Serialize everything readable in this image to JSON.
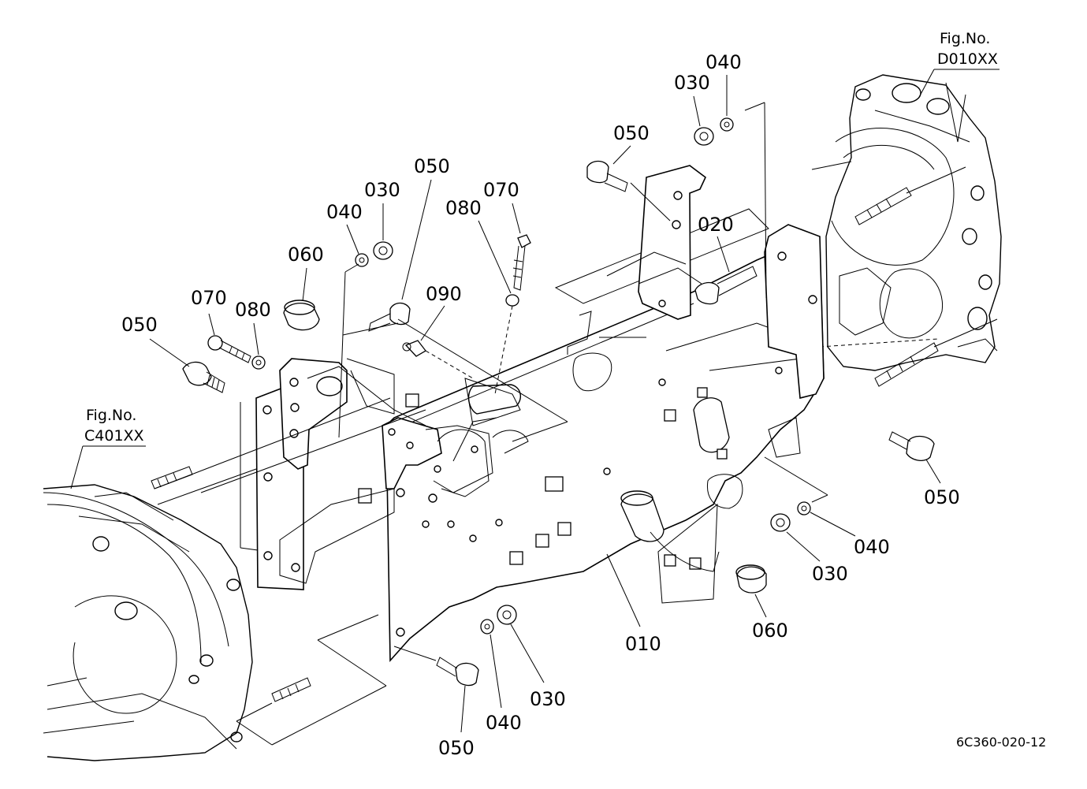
{
  "figure_refs": {
    "upper_right": {
      "line1": "Fig.No.",
      "line2": "D010XX"
    },
    "left": {
      "line1": "Fig.No.",
      "line2": "C401XX"
    }
  },
  "drawing_code": "6C360-020-12",
  "callouts": {
    "p010": "010",
    "p020": "020",
    "p030_a": "030",
    "p040_a": "040",
    "p050_a": "050",
    "p030_b": "030",
    "p040_b": "040",
    "p050_b": "050",
    "p060_a": "060",
    "p070_a": "070",
    "p080_a": "080",
    "p090": "090",
    "p070_b": "070",
    "p080_b": "080",
    "p050_c": "050",
    "p050_d": "050",
    "p040_c": "040",
    "p030_c": "030",
    "p060_b": "060",
    "p030_d": "030",
    "p040_d": "040",
    "p050_e": "050"
  }
}
